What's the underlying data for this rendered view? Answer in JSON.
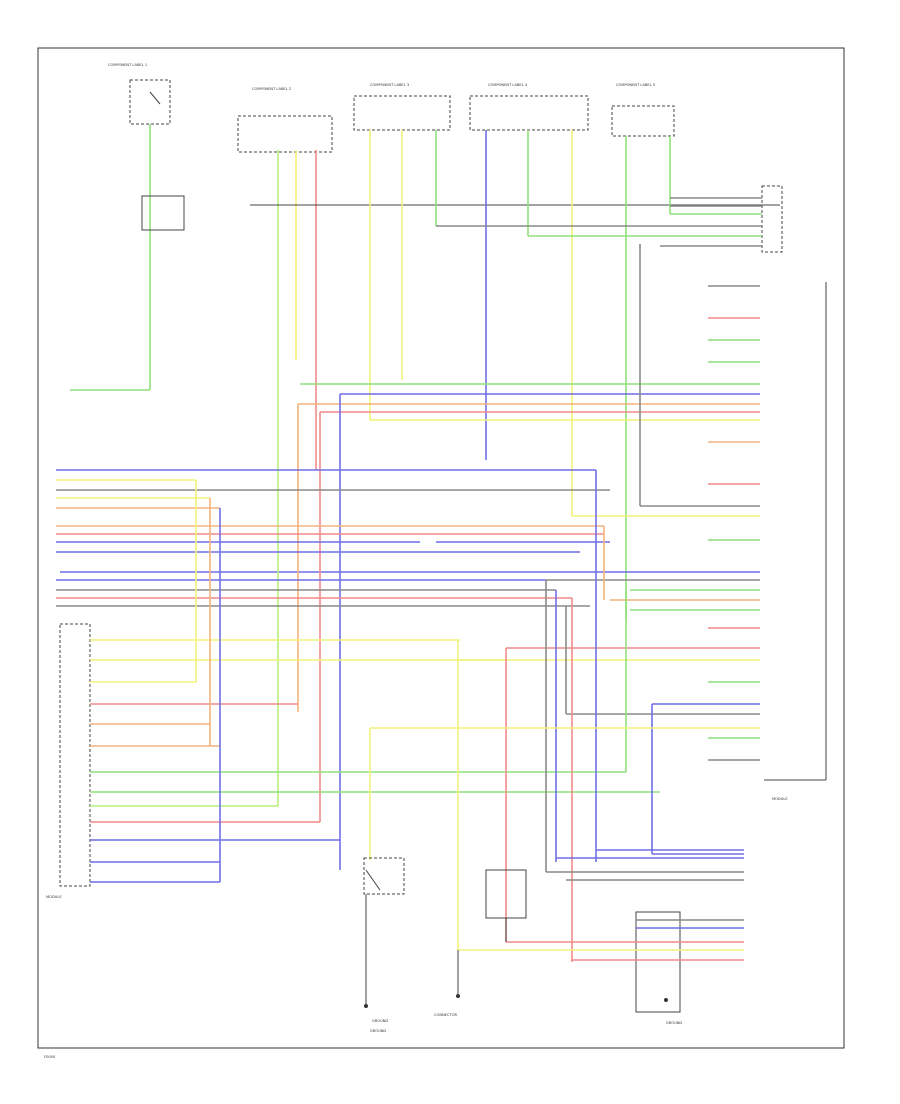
{
  "diagram": {
    "footer_code": "F0000",
    "colors": {
      "green": "#8fe07a",
      "yellow": "#f2f27a",
      "red": "#f28a8a",
      "blue": "#6f6fe6",
      "orange": "#f2b27a",
      "gray": "#8a8a8a",
      "lime": "#b6f27a"
    },
    "top_components": [
      "COMPONENT LABEL 1",
      "COMPONENT LABEL 2",
      "COMPONENT LABEL 3",
      "COMPONENT LABEL 4",
      "COMPONENT LABEL 5"
    ],
    "right_module": "MODULE",
    "left_module": "MODULE",
    "ground_labels": [
      "GROUND",
      "GROUND",
      "GROUND"
    ],
    "connector_label": "CONNECTOR"
  }
}
